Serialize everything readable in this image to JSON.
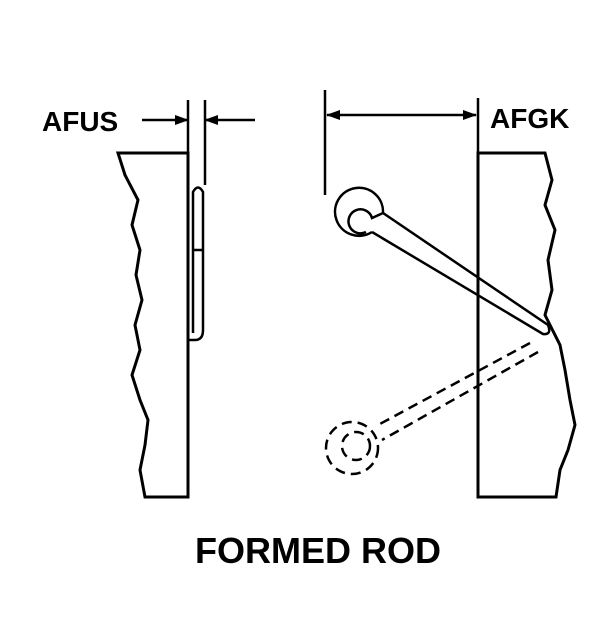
{
  "diagram": {
    "title": "FORMED ROD",
    "labels": {
      "thickness": "AFUS",
      "offset": "AFGK"
    },
    "colors": {
      "stroke": "#000000",
      "background": "#ffffff"
    }
  }
}
